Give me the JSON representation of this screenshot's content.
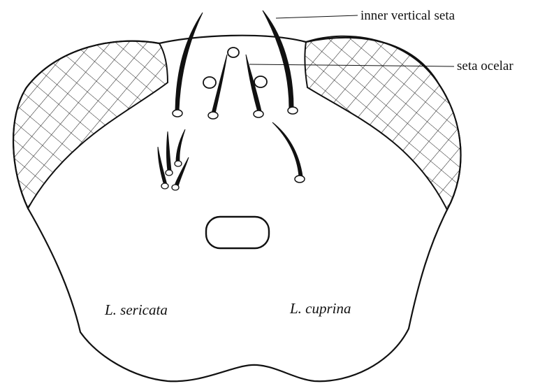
{
  "labels": {
    "inner_vertical_seta": "inner vertical seta",
    "seta_ocelar": "seta ocelar"
  },
  "species": {
    "left": "L. sericata",
    "right": "L. cuprina"
  },
  "colors": {
    "ink": "#111111",
    "background": "#ffffff"
  }
}
